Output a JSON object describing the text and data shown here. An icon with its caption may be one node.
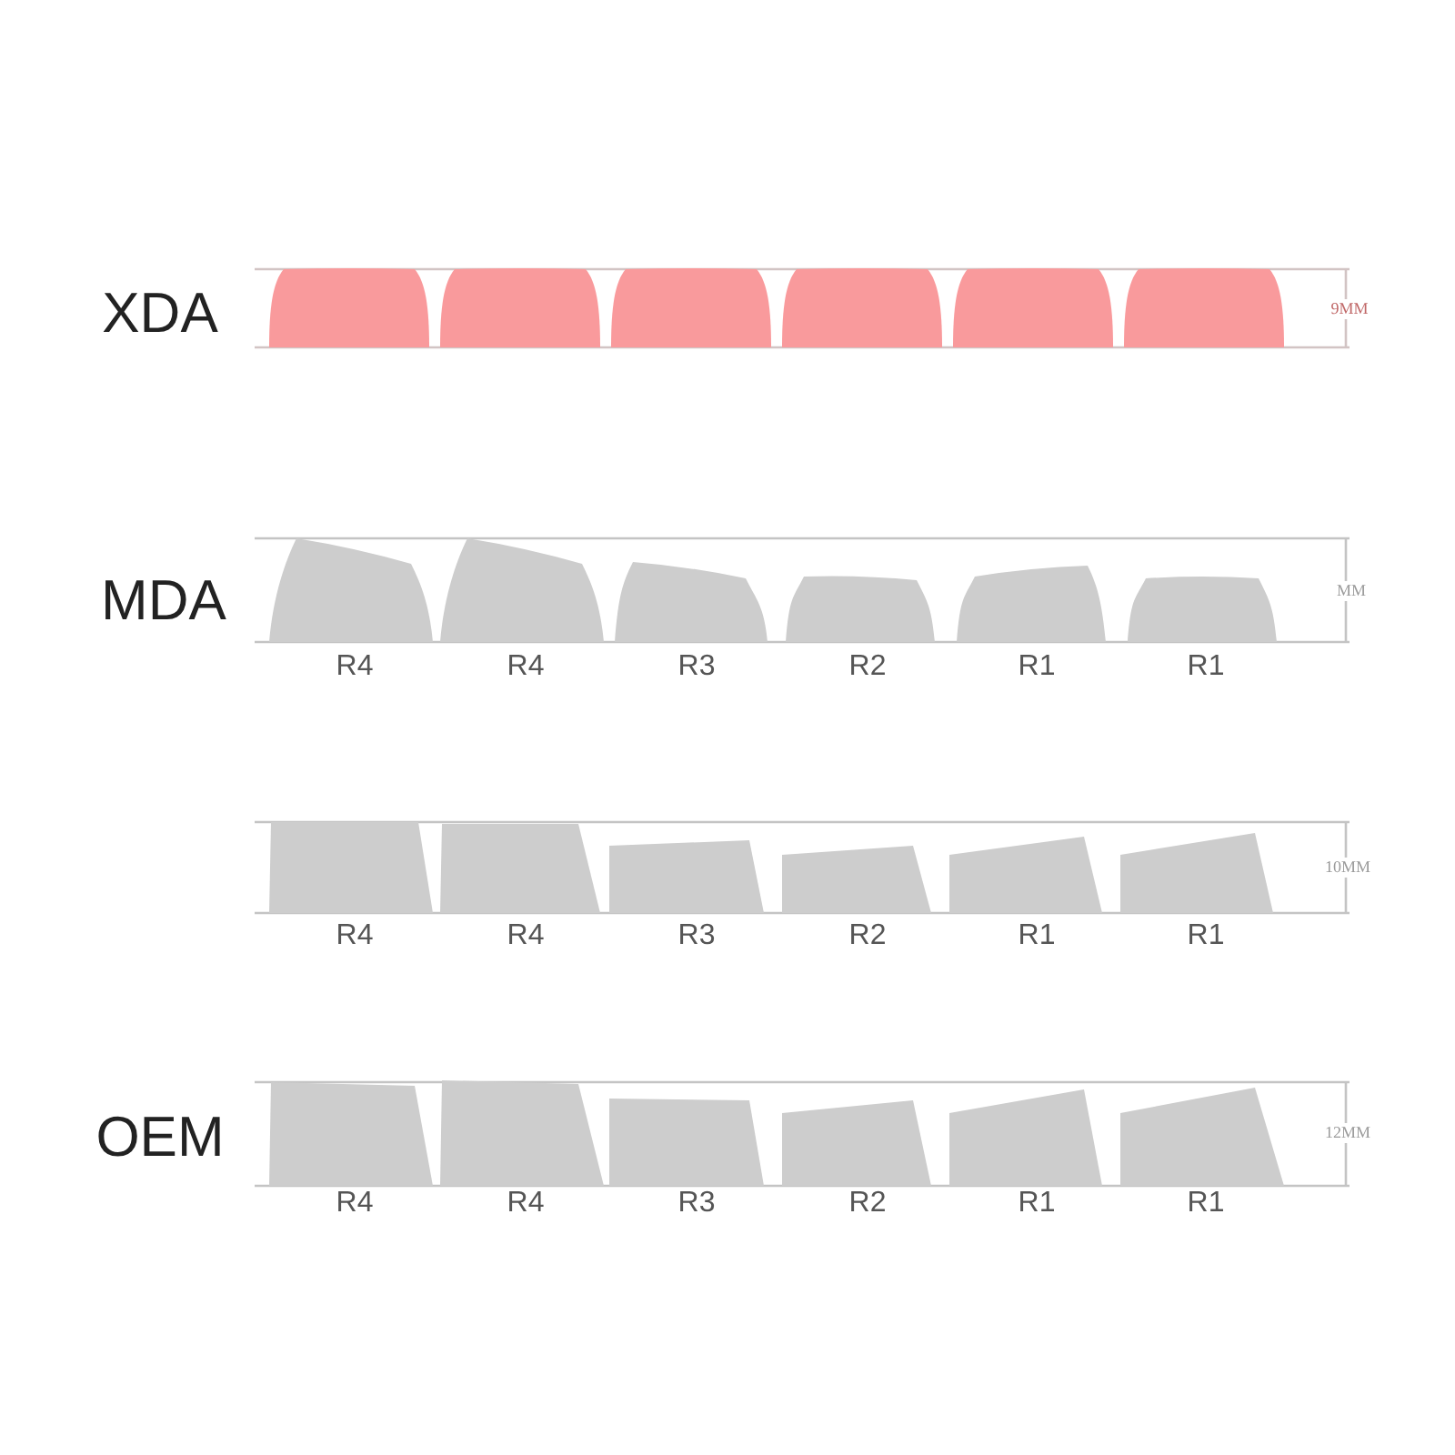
{
  "diagram": {
    "nodes": [
      {
        "text": [],
        "shape": "keycap"
      },
      {
        "text": [],
        "shape": "keycap"
      },
      {
        "text": [],
        "shape": "keycap"
      },
      {
        "text": [],
        "shape": "keycap"
      },
      {
        "text": [],
        "shape": "keycap"
      },
      {
        "text": [],
        "shape": "keycap"
      },
      {
        "text": [],
        "shape": "keycap",
        "beside": [
          "R4"
        ]
      },
      {
        "text": [],
        "shape": "keycap",
        "beside": [
          "R4"
        ]
      },
      {
        "text": [],
        "shape": "keycap",
        "beside": [
          "R3"
        ]
      },
      {
        "text": [],
        "shape": "keycap",
        "beside": [
          "R2"
        ]
      },
      {
        "text": [],
        "shape": "keycap",
        "beside": [
          "R1"
        ]
      },
      {
        "text": [],
        "shape": "keycap",
        "beside": [
          "R1"
        ]
      },
      {
        "text": [],
        "shape": "keycap",
        "beside": [
          "R4"
        ]
      },
      {
        "text": [],
        "shape": "keycap",
        "beside": [
          "R4"
        ]
      },
      {
        "text": [],
        "shape": "keycap",
        "beside": [
          "R3"
        ]
      },
      {
        "text": [],
        "shape": "keycap",
        "beside": [
          "R2"
        ]
      },
      {
        "text": [],
        "shape": "keycap",
        "beside": [
          "R1"
        ]
      },
      {
        "text": [],
        "shape": "keycap",
        "beside": [
          "R1"
        ]
      },
      {
        "text": [],
        "shape": "keycap",
        "beside": [
          "R4"
        ]
      },
      {
        "text": [],
        "shape": "keycap",
        "beside": [
          "R4"
        ]
      },
      {
        "text": [],
        "shape": "keycap",
        "beside": [
          "R3"
        ]
      },
      {
        "text": [],
        "shape": "keycap",
        "beside": [
          "R2"
        ]
      },
      {
        "text": [],
        "shape": "keycap",
        "beside": [
          "R1"
        ]
      },
      {
        "text": [],
        "shape": "keycap",
        "beside": [
          "R1"
        ]
      }
    ],
    "labels": [
      "XDA",
      "9MM",
      "MDA",
      "MM",
      "10MM",
      "OEM",
      "12MM"
    ]
  }
}
